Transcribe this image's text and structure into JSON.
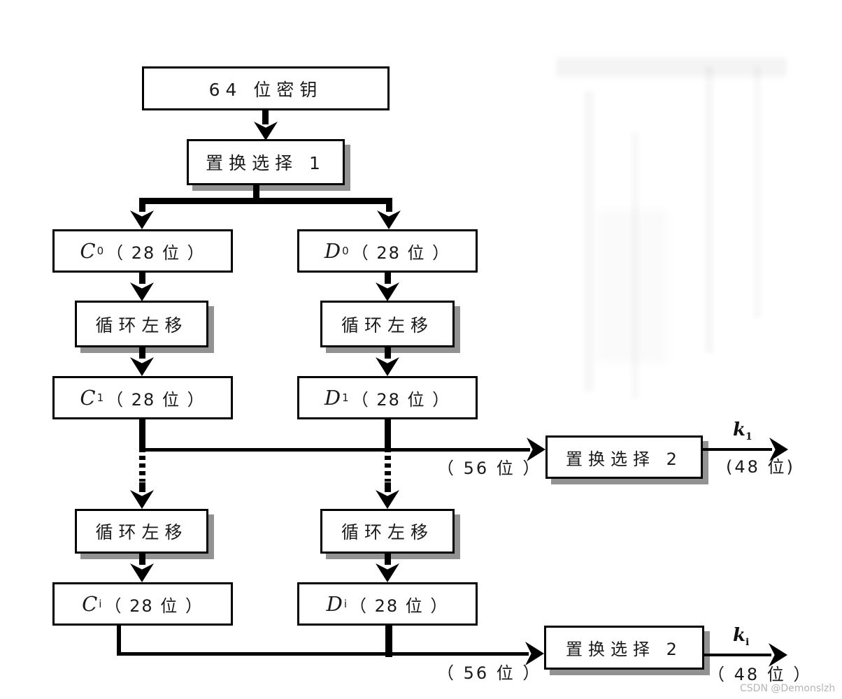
{
  "nodes": {
    "key64": {
      "label": "64 位密钥"
    },
    "pc1": {
      "label": "置换选择 1"
    },
    "c0": {
      "var": "C",
      "sub": "0",
      "bits": "（ 28 位 ）"
    },
    "d0": {
      "var": "D",
      "sub": "0",
      "bits": "（ 28 位 ）"
    },
    "shift_c1": {
      "label": "循环左移"
    },
    "shift_d1": {
      "label": "循环左移"
    },
    "c1": {
      "var": "C",
      "sub": "1",
      "bits": "（ 28 位 ）"
    },
    "d1": {
      "var": "D",
      "sub": "1",
      "bits": "（ 28 位 ）"
    },
    "shift_c2": {
      "label": "循环左移"
    },
    "shift_d2": {
      "label": "循环左移"
    },
    "ci": {
      "var": "C",
      "sub": "i",
      "bits": "（ 28 位 ）"
    },
    "di": {
      "var": "D",
      "sub": "i",
      "bits": "（ 28 位 ）"
    },
    "pc2_first": {
      "label": "置换选择 2"
    },
    "pc2_second": {
      "label": "置换选择 2"
    }
  },
  "annotations": {
    "bits56_first": "（ 56 位 ）",
    "bits56_second": "（ 56 位 ）",
    "k1": {
      "var": "k",
      "sub": "1"
    },
    "ki": {
      "var": "k",
      "sub": "i"
    },
    "bits48_first": "(48 位)",
    "bits48_second": "（ 48 位 ）"
  },
  "watermark": "CSDN @Demonslzh",
  "colors": {
    "line": "#000000",
    "shadow": "#929292",
    "watermark": "#b9b4b4",
    "background": "#ffffff"
  }
}
